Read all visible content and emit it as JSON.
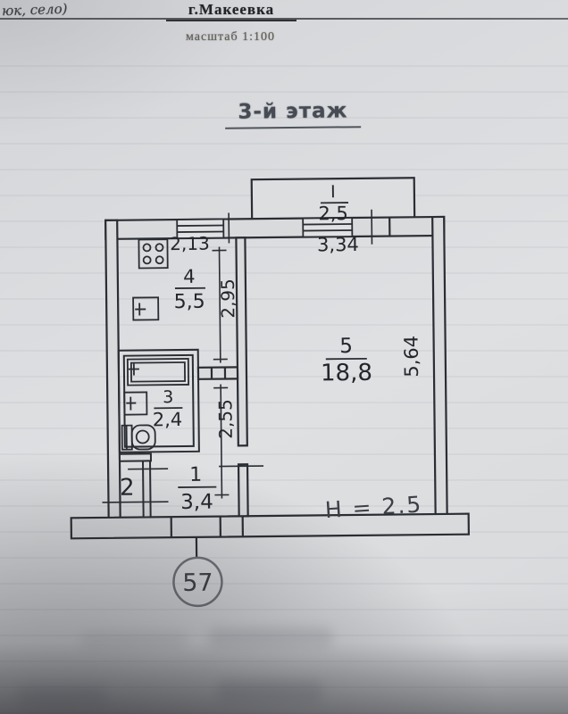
{
  "header": {
    "form_left_text": "юк, село)",
    "city": "г.Макеевка",
    "scale": "масштаб 1:100"
  },
  "title": "3-й этаж",
  "floor_plan": {
    "rooms": [
      {
        "id": "I",
        "area": "2,5"
      },
      {
        "id": "4",
        "area": "5,5"
      },
      {
        "id": "3",
        "area": "2,4"
      },
      {
        "id": "1",
        "area": "3,4"
      },
      {
        "id": "2"
      },
      {
        "id": "5",
        "area": "18,8"
      }
    ],
    "dimensions": {
      "kitchen_top": "2,13",
      "balcony_front": "3,34",
      "kitchen_side": "2,95",
      "hall_side": "2,55",
      "room_side": "5,64"
    },
    "ceiling_height": "H = 2.5",
    "apartment_number": "57"
  }
}
